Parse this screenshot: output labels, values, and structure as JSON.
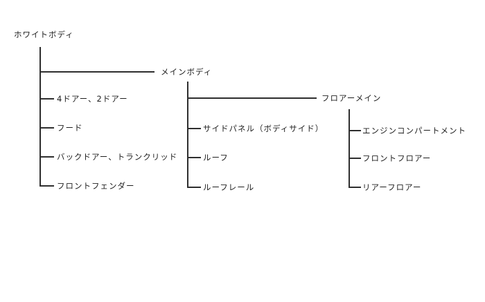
{
  "diagram": {
    "type": "tree",
    "background_color": "#ffffff",
    "line_color": "#2e2e2e",
    "text_color": "#1e1e1e",
    "root": {
      "label": "ホワイトボディ",
      "leaves": [
        "4ドアー、2ドアー",
        "フード",
        "バックドアー、トランクリッド",
        "フロントフェンダー"
      ],
      "children": {
        "main_body": {
          "label": "メインボディ",
          "leaves": [
            "サイドパネル（ボディサイド）",
            "ルーフ",
            "ルーフレール"
          ],
          "children": {
            "floor_main": {
              "label": "フロアーメイン",
              "leaves": [
                "エンジンコンパートメント",
                "フロントフロアー",
                "リアーフロアー"
              ]
            }
          }
        }
      }
    }
  }
}
